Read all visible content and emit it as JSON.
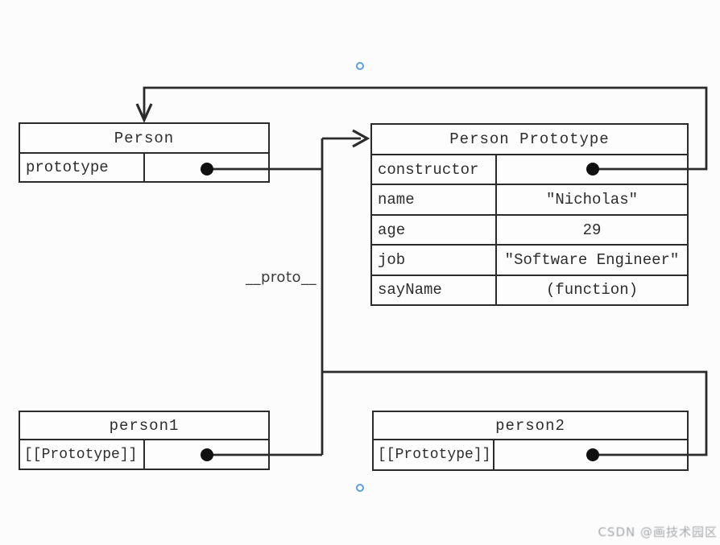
{
  "diagram": {
    "proto_label": "__proto__",
    "watermark": "CSDN @画技术园区",
    "boxes": {
      "person": {
        "title": "Person",
        "rows": [
          {
            "label": "prototype",
            "value": ""
          }
        ]
      },
      "person_prototype": {
        "title": "Person Prototype",
        "rows": [
          {
            "label": "constructor",
            "value": ""
          },
          {
            "label": "name",
            "value": "\"Nicholas\""
          },
          {
            "label": "age",
            "value": "29"
          },
          {
            "label": "job",
            "value": "\"Software Engineer\""
          },
          {
            "label": "sayName",
            "value": "(function)"
          }
        ]
      },
      "person1": {
        "title": "person1",
        "rows": [
          {
            "label": "[[Prototype]]",
            "value": ""
          }
        ]
      },
      "person2": {
        "title": "person2",
        "rows": [
          {
            "label": "[[Prototype]]",
            "value": ""
          }
        ]
      }
    },
    "colors": {
      "line": "#2b2b2b",
      "text": "#2d2d2d",
      "handle_stroke": "#58a1ea",
      "watermark_text": "#a4a8ac",
      "background": "#fcfcfc"
    }
  }
}
